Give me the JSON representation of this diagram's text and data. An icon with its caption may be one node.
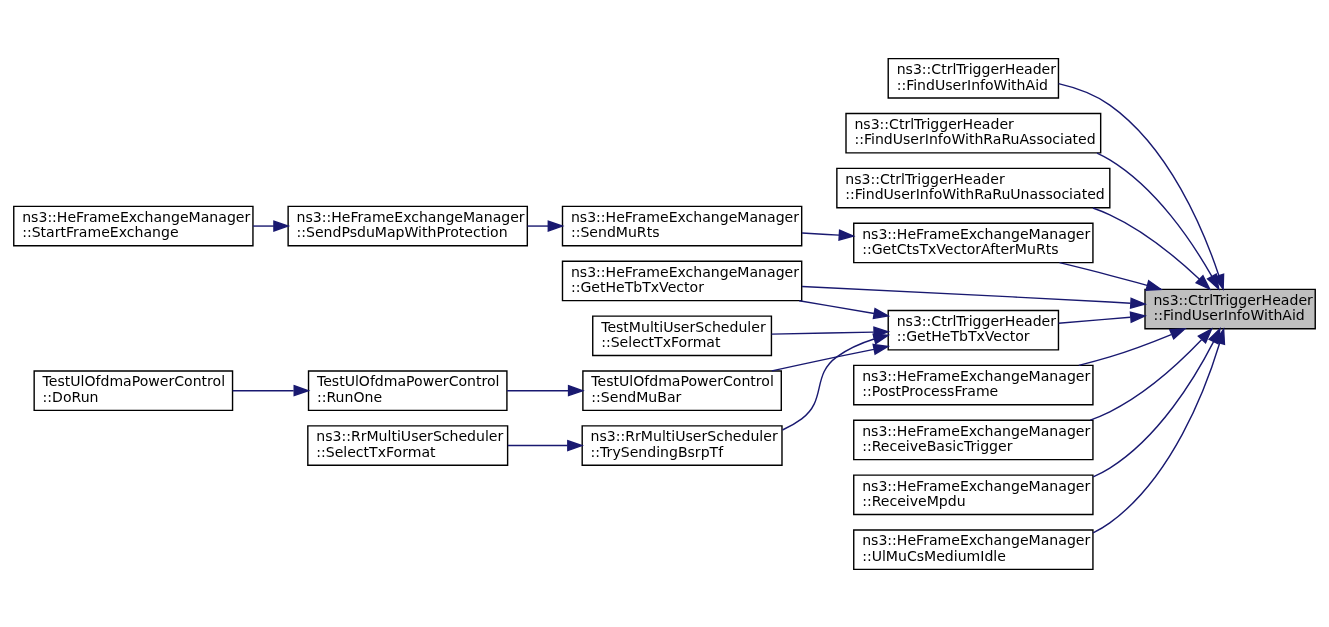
{
  "diagram": {
    "nodes": [
      {
        "text": [
          "ns3::CtrlTriggerHeader ::FindUserInfoWithAid"
        ]
      },
      {
        "text": [
          "ns3::CtrlTriggerHeader ::FindUserInfoWithAid"
        ]
      },
      {
        "text": [
          "ns3::CtrlTriggerHeader ::FindUserInfoWithRaRuAssociated"
        ]
      },
      {
        "text": [
          "ns3::CtrlTriggerHeader ::FindUserInfoWithRaRuUnassociated"
        ]
      },
      {
        "text": [
          "ns3::HeFrameExchangeManager ::GetCtsTxVectorAfterMuRts"
        ]
      },
      {
        "text": [
          "ns3::HeFrameExchangeManager ::GetHeTbTxVector"
        ]
      },
      {
        "text": [
          "ns3::CtrlTriggerHeader ::GetHeTbTxVector"
        ]
      },
      {
        "text": [
          "ns3::HeFrameExchangeManager ::PostProcessFrame"
        ]
      },
      {
        "text": [
          "ns3::HeFrameExchangeManager ::ReceiveBasicTrigger"
        ]
      },
      {
        "text": [
          "ns3::HeFrameExchangeManager ::ReceiveMpdu"
        ]
      },
      {
        "text": [
          "ns3::HeFrameExchangeManager ::UlMuCsMediumIdle"
        ]
      },
      {
        "text": [
          "ns3::HeFrameExchangeManager ::SendMuRts"
        ]
      },
      {
        "text": [
          "ns3::HeFrameExchangeManager ::SendPsduMapWithProtection"
        ]
      },
      {
        "text": [
          "ns3::HeFrameExchangeManager ::StartFrameExchange"
        ]
      },
      {
        "text": [
          "TestMultiUserScheduler ::SelectTxFormat"
        ]
      },
      {
        "text": [
          "TestUlOfdmaPowerControl ::SendMuBar"
        ]
      },
      {
        "text": [
          "TestUlOfdmaPowerControl ::RunOne"
        ]
      },
      {
        "text": [
          "TestUlOfdmaPowerControl ::DoRun"
        ]
      },
      {
        "text": [
          "ns3::RrMultiUserScheduler ::TrySendingBsrpTf"
        ]
      },
      {
        "text": [
          "ns3::RrMultiUserScheduler ::SelectTxFormat"
        ]
      }
    ],
    "edges": [
      {
        "from": 1,
        "to": 0,
        "arrow": "to"
      },
      {
        "from": 2,
        "to": 0,
        "arrow": "to"
      },
      {
        "from": 3,
        "to": 0,
        "arrow": "to"
      },
      {
        "from": 4,
        "to": 0,
        "arrow": "to"
      },
      {
        "from": 5,
        "to": 0,
        "arrow": "to"
      },
      {
        "from": 6,
        "to": 0,
        "arrow": "to"
      },
      {
        "from": 7,
        "to": 0,
        "arrow": "to"
      },
      {
        "from": 8,
        "to": 0,
        "arrow": "to"
      },
      {
        "from": 9,
        "to": 0,
        "arrow": "to"
      },
      {
        "from": 10,
        "to": 0,
        "arrow": "to"
      },
      {
        "from": 11,
        "to": 4,
        "arrow": "to"
      },
      {
        "from": 12,
        "to": 11,
        "arrow": "to"
      },
      {
        "from": 13,
        "to": 12,
        "arrow": "to"
      },
      {
        "from": 5,
        "to": 6,
        "arrow": "to"
      },
      {
        "from": 14,
        "to": 6,
        "arrow": "to"
      },
      {
        "from": 15,
        "to": 6,
        "arrow": "to"
      },
      {
        "from": 16,
        "to": 15,
        "arrow": "to"
      },
      {
        "from": 17,
        "to": 16,
        "arrow": "to"
      },
      {
        "from": 18,
        "to": 6,
        "arrow": "to"
      },
      {
        "from": 19,
        "to": 18,
        "arrow": "to"
      }
    ]
  }
}
